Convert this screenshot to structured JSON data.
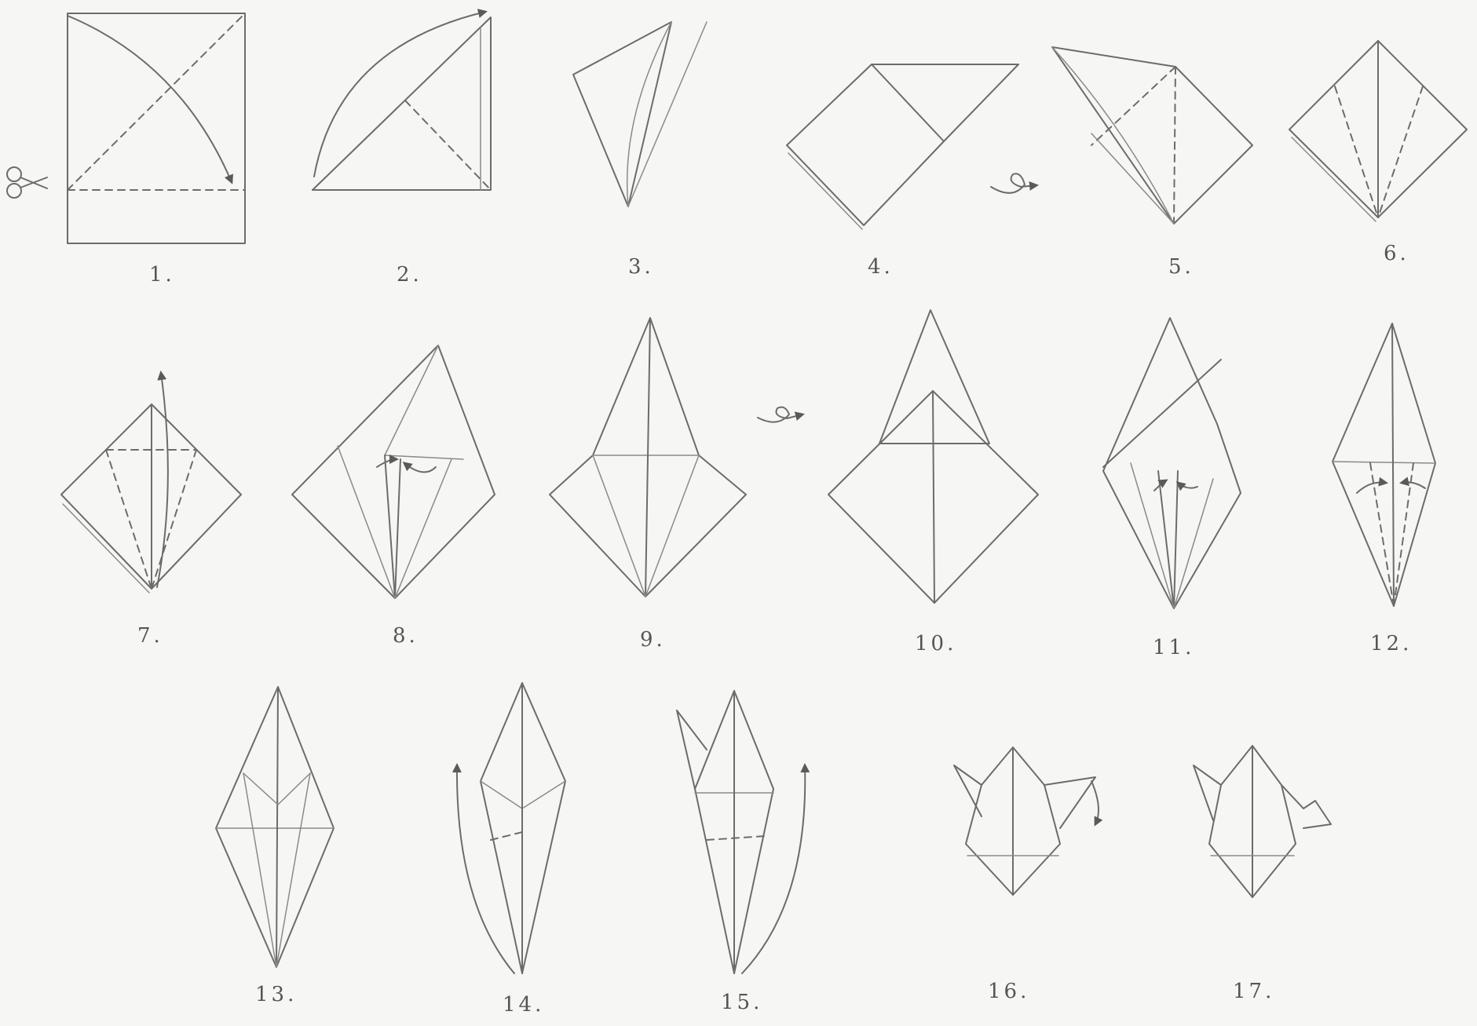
{
  "diagram": {
    "steps": [
      {
        "label": "1."
      },
      {
        "label": "2."
      },
      {
        "label": "3."
      },
      {
        "label": "4."
      },
      {
        "label": "5."
      },
      {
        "label": "6."
      },
      {
        "label": "7."
      },
      {
        "label": "8."
      },
      {
        "label": "9."
      },
      {
        "label": "10."
      },
      {
        "label": "11."
      },
      {
        "label": "12."
      },
      {
        "label": "13."
      },
      {
        "label": "14."
      },
      {
        "label": "15."
      },
      {
        "label": "16."
      },
      {
        "label": "17."
      }
    ],
    "symbols": {
      "cut": "scissors-icon",
      "turn_over": "turn-over-icon",
      "fold_direction": "fold-arrow-icon"
    },
    "colors": {
      "paper": "#f6f6f4",
      "pencil": "#6c6c6c"
    }
  }
}
